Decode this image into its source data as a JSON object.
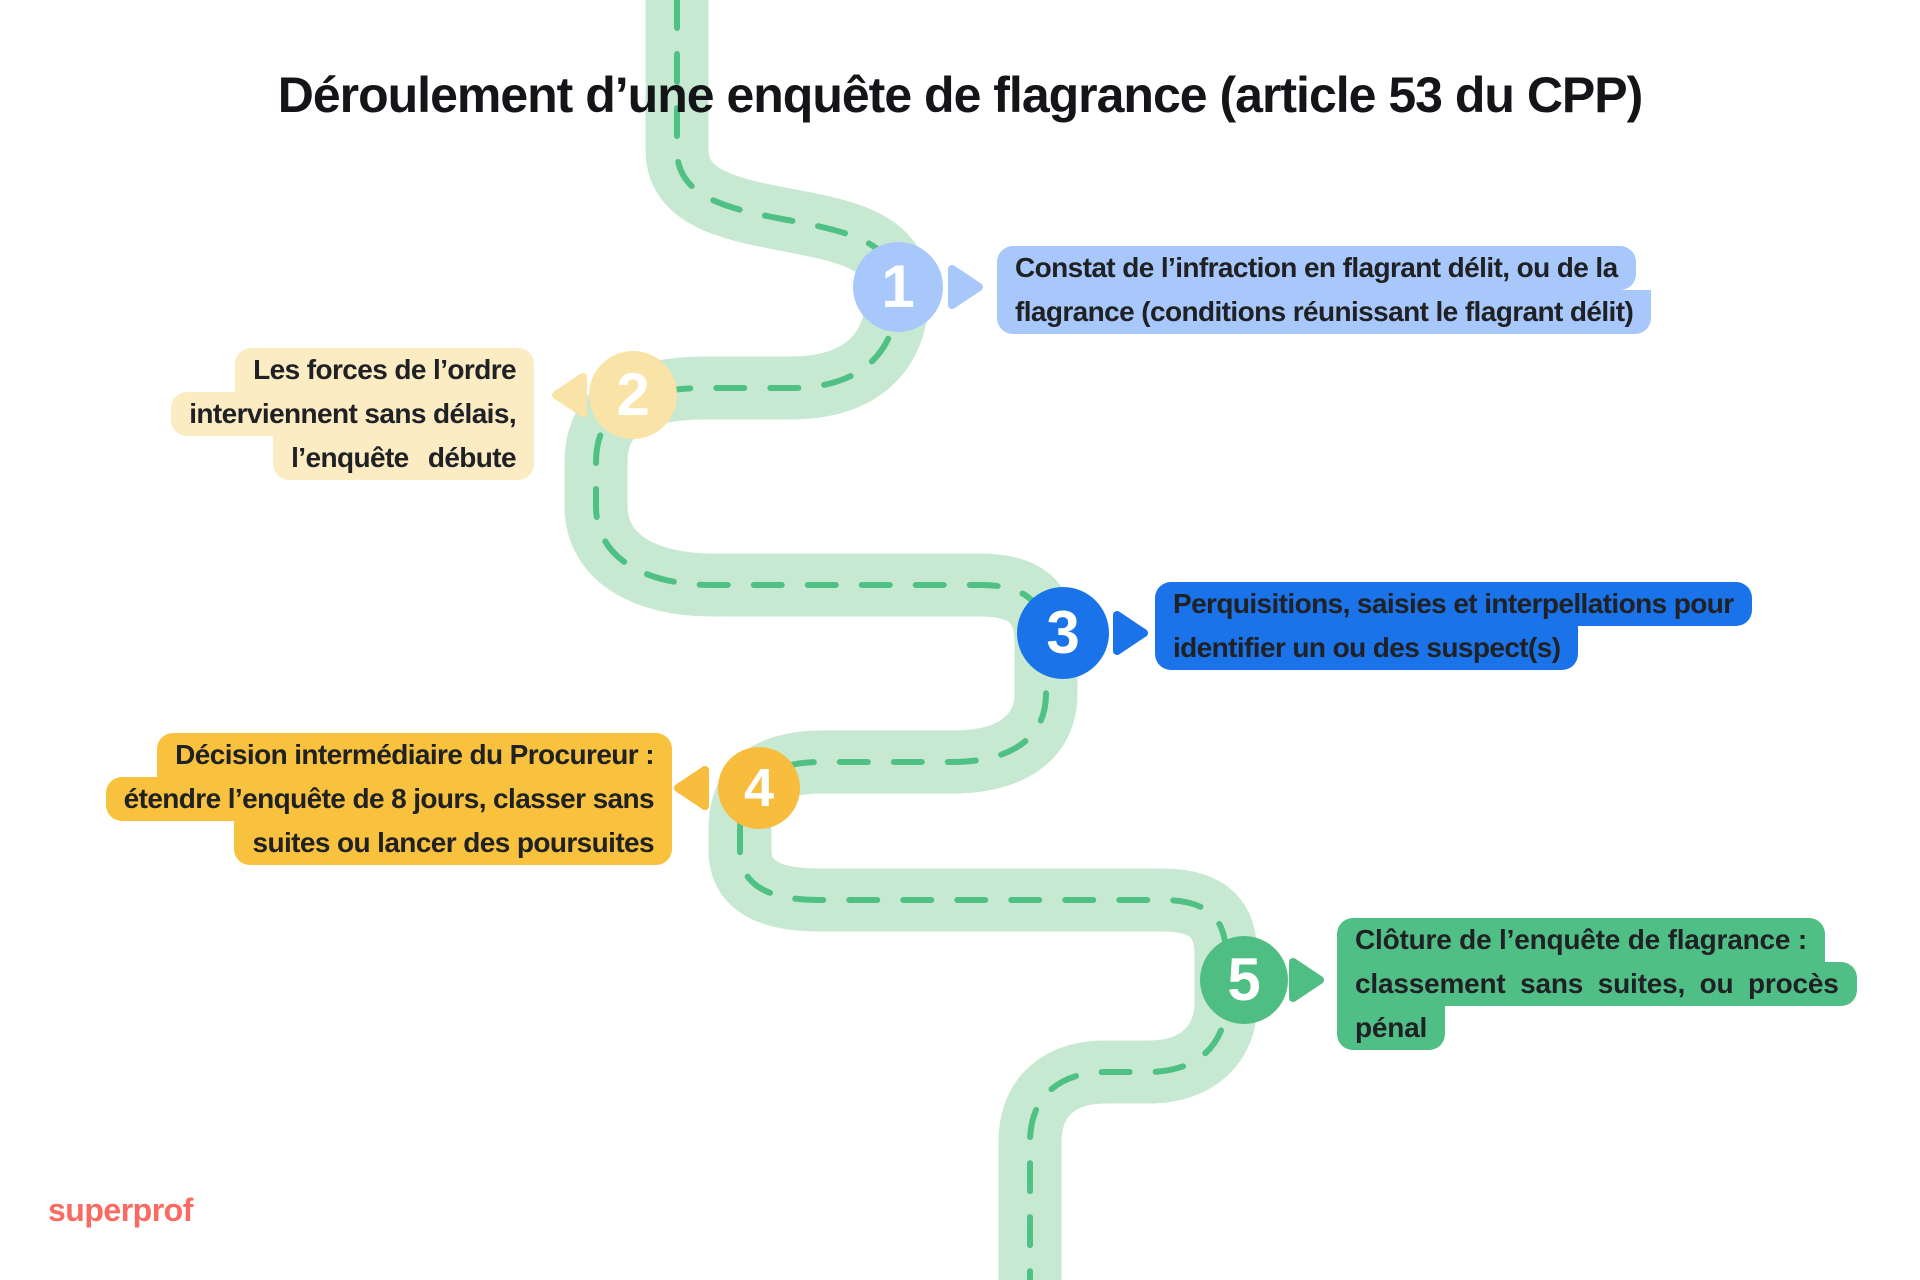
{
  "title": "Déroulement d’une enquête de flagrance (article 53 du CPP)",
  "brand": {
    "logo_text": "superprof",
    "color": "#fb6a60"
  },
  "palette": {
    "background": "#ffffff",
    "road": "#c8e9d1",
    "road_dash": "#4fc185",
    "title_text": "#141518",
    "box_text": "#202124",
    "step1": "#a8c7fb",
    "step2_circle": "#fae3a6",
    "step2_box": "#fbecc4",
    "step3": "#1a73e8",
    "step4_circle": "#f8bd3d",
    "step4_box": "#f8c23e",
    "step5_circle": "#4ebe82",
    "step5_box": "#50bf86"
  },
  "steps": [
    {
      "number": "1",
      "side": "right",
      "lines": [
        "Constat de l’infraction en flagrant délit, ou de la",
        "flagrance (conditions réunissant le flagrant délit)"
      ]
    },
    {
      "number": "2",
      "side": "left",
      "lines": [
        "Les forces de l’ordre",
        "interviennent sans délais,",
        "l’enquête débute"
      ]
    },
    {
      "number": "3",
      "side": "right",
      "lines": [
        "Perquisitions, saisies et interpellations pour",
        "identifier un ou des suspect(s)"
      ]
    },
    {
      "number": "4",
      "side": "left",
      "lines": [
        "Décision intermédiaire du Procureur :",
        "étendre l’enquête de 8 jours, classer sans",
        "suites ou lancer des poursuites"
      ]
    },
    {
      "number": "5",
      "side": "right",
      "lines": [
        "Clôture de l’enquête de flagrance :",
        "classement sans suites, ou procès",
        "pénal"
      ]
    }
  ]
}
